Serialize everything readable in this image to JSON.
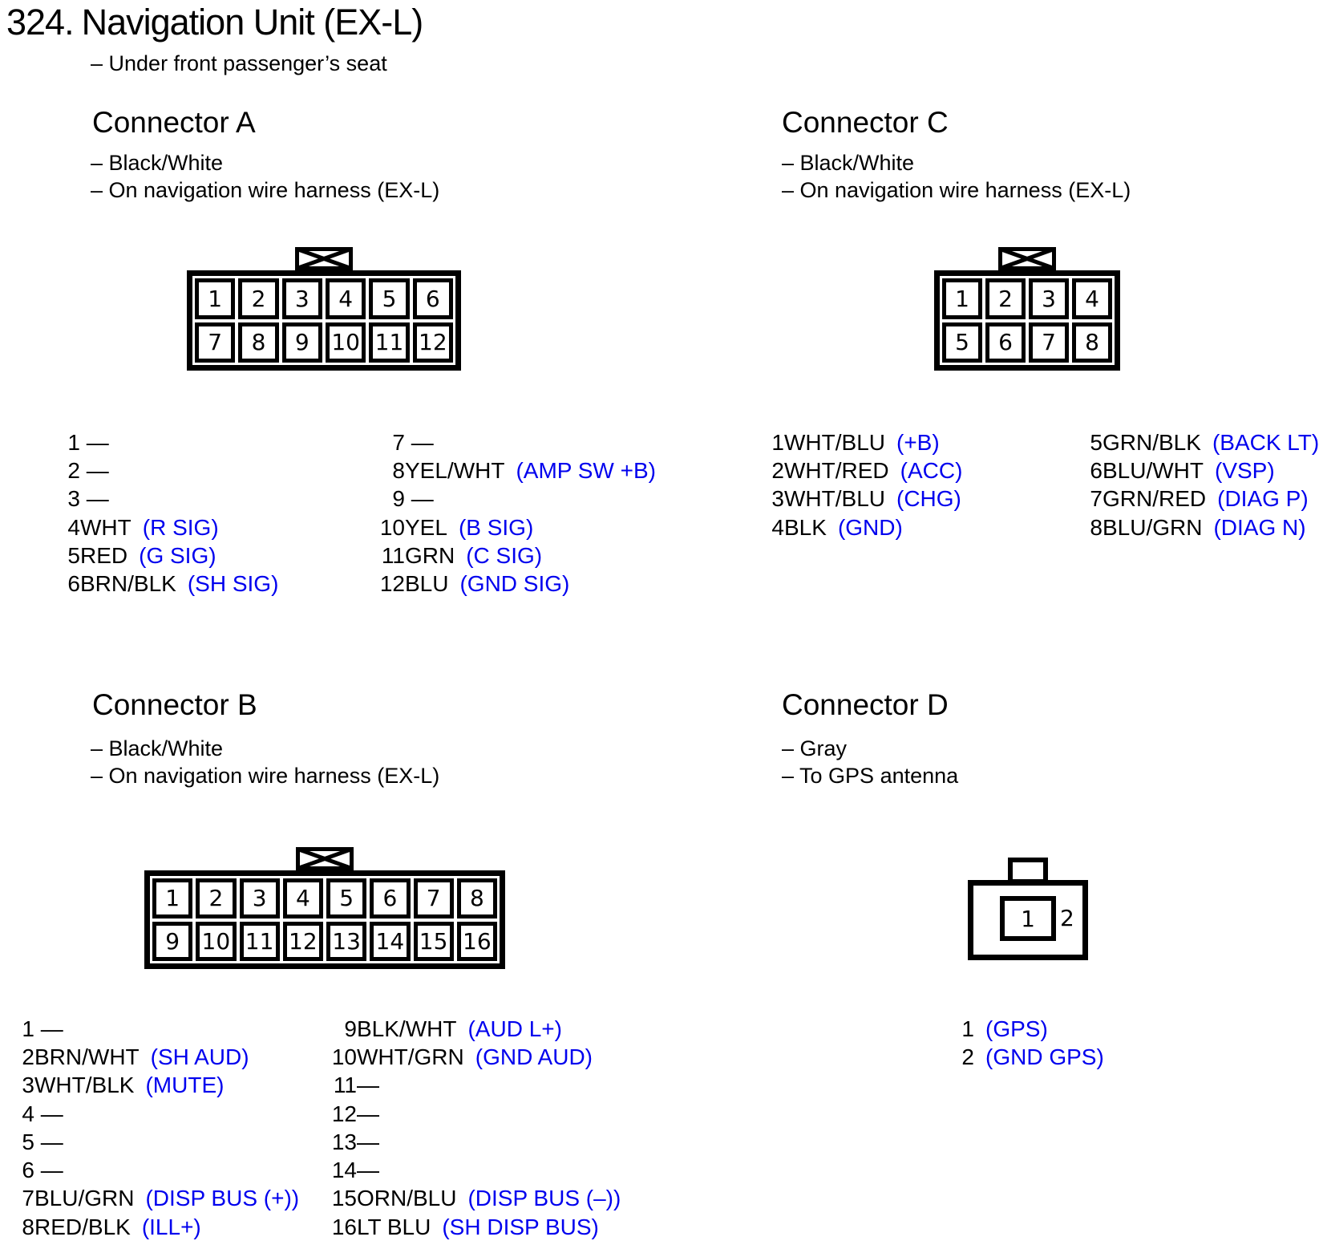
{
  "page": {
    "section_number": "324.",
    "title": "Navigation Unit (EX-L)",
    "subtitle": "– Under front passenger’s seat",
    "text_color": "#000000",
    "signal_color": "#0000EE",
    "background_color": "#FFFFFF"
  },
  "connector_a": {
    "heading": "Connector A",
    "notes": [
      "– Black/White",
      "– On navigation wire harness (EX-L)"
    ],
    "grid_numbers": [
      "1",
      "2",
      "3",
      "4",
      "5",
      "6",
      "7",
      "8",
      "9",
      "10",
      "11",
      "12"
    ],
    "pins_left": [
      {
        "num": "1",
        "wire": " —",
        "signal": ""
      },
      {
        "num": "2",
        "wire": " —",
        "signal": ""
      },
      {
        "num": "3",
        "wire": " —",
        "signal": ""
      },
      {
        "num": "4",
        "wire": "WHT",
        "signal": "(R SIG)"
      },
      {
        "num": "5",
        "wire": "RED",
        "signal": "(G SIG)"
      },
      {
        "num": "6",
        "wire": "BRN/BLK",
        "signal": "(SH SIG)"
      }
    ],
    "pins_right": [
      {
        "num": "7",
        "wire": " —",
        "signal": ""
      },
      {
        "num": "8",
        "wire": "YEL/WHT",
        "signal": "(AMP SW +B)"
      },
      {
        "num": "9",
        "wire": " —",
        "signal": ""
      },
      {
        "num": "10",
        "wire": "YEL",
        "signal": "(B SIG)"
      },
      {
        "num": "11",
        "wire": "GRN",
        "signal": "(C SIG)"
      },
      {
        "num": "12",
        "wire": "BLU",
        "signal": "(GND SIG)"
      }
    ]
  },
  "connector_c": {
    "heading": "Connector C",
    "notes": [
      "– Black/White",
      "– On navigation wire harness (EX-L)"
    ],
    "grid_numbers": [
      "1",
      "2",
      "3",
      "4",
      "5",
      "6",
      "7",
      "8"
    ],
    "pins_left": [
      {
        "num": "1",
        "wire": "WHT/BLU",
        "signal": "(+B)"
      },
      {
        "num": "2",
        "wire": "WHT/RED",
        "signal": "(ACC)"
      },
      {
        "num": "3",
        "wire": "WHT/BLU",
        "signal": "(CHG)"
      },
      {
        "num": "4",
        "wire": "BLK",
        "signal": "(GND)"
      }
    ],
    "pins_right": [
      {
        "num": "5",
        "wire": "GRN/BLK",
        "signal": "(BACK LT)"
      },
      {
        "num": "6",
        "wire": "BLU/WHT",
        "signal": "(VSP)"
      },
      {
        "num": "7",
        "wire": "GRN/RED",
        "signal": "(DIAG P)"
      },
      {
        "num": "8",
        "wire": "BLU/GRN",
        "signal": "(DIAG N)"
      }
    ]
  },
  "connector_b": {
    "heading": "Connector B",
    "notes": [
      "– Black/White",
      "– On navigation wire harness (EX-L)"
    ],
    "grid_numbers": [
      "1",
      "2",
      "3",
      "4",
      "5",
      "6",
      "7",
      "8",
      "9",
      "10",
      "11",
      "12",
      "13",
      "14",
      "15",
      "16"
    ],
    "pins_left": [
      {
        "num": "1",
        "wire": " —",
        "signal": ""
      },
      {
        "num": "2",
        "wire": "BRN/WHT",
        "signal": "(SH AUD)"
      },
      {
        "num": "3",
        "wire": "WHT/BLK",
        "signal": "(MUTE)"
      },
      {
        "num": "4",
        "wire": " —",
        "signal": ""
      },
      {
        "num": "5",
        "wire": " —",
        "signal": ""
      },
      {
        "num": "6",
        "wire": " —",
        "signal": ""
      },
      {
        "num": "7",
        "wire": "BLU/GRN",
        "signal": "(DISP BUS (+))"
      },
      {
        "num": "8",
        "wire": "RED/BLK",
        "signal": "(ILL+)"
      }
    ],
    "pins_right": [
      {
        "num": "9",
        "wire": "BLK/WHT",
        "signal": "(AUD L+)"
      },
      {
        "num": "10",
        "wire": "WHT/GRN",
        "signal": "(GND AUD)"
      },
      {
        "num": "11",
        "wire": "—",
        "signal": ""
      },
      {
        "num": "12",
        "wire": "—",
        "signal": ""
      },
      {
        "num": "13",
        "wire": "—",
        "signal": ""
      },
      {
        "num": "14",
        "wire": "—",
        "signal": ""
      },
      {
        "num": "15",
        "wire": "ORN/BLU",
        "signal": "(DISP BUS (–))"
      },
      {
        "num": "16",
        "wire": "LT BLU",
        "signal": "(SH DISP BUS)"
      }
    ]
  },
  "connector_d": {
    "heading": "Connector D",
    "notes": [
      "– Gray",
      "– To GPS antenna"
    ],
    "pin1_label": "1",
    "pin2_label": "2",
    "pins": [
      {
        "num": "1",
        "wire": "",
        "signal": "(GPS)"
      },
      {
        "num": "2",
        "wire": "",
        "signal": "(GND GPS)"
      }
    ]
  }
}
